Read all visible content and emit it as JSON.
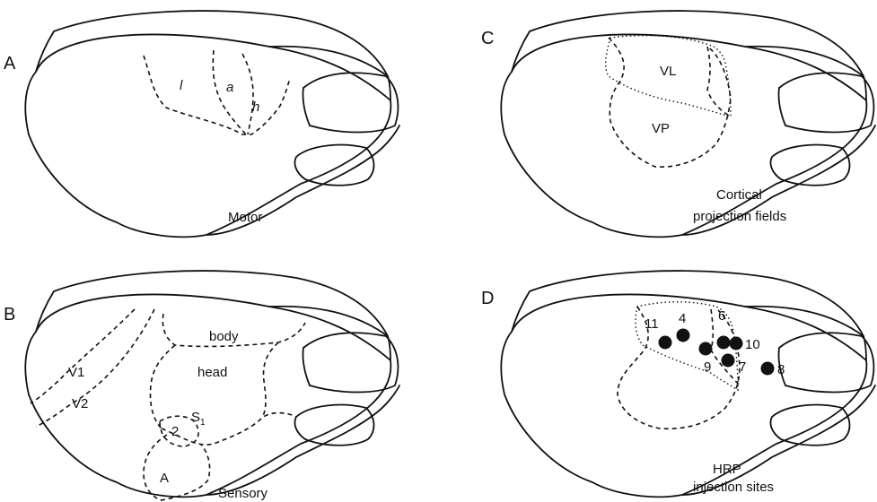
{
  "panels": {
    "a": {
      "letter": "A",
      "caption": "Motor",
      "regions": {
        "l": "l",
        "a": "a",
        "h": "h"
      }
    },
    "b": {
      "letter": "B",
      "caption": "Sensory",
      "regions": {
        "v1": "V1",
        "v2": "V2",
        "body": "body",
        "head": "head",
        "s1": "S",
        "s1_sub": "1",
        "two": "2",
        "a": "A"
      }
    },
    "c": {
      "letter": "C",
      "caption_line1": "Cortical",
      "caption_line2": "projection fields",
      "regions": {
        "vl": "VL",
        "vp": "VP"
      }
    },
    "d": {
      "letter": "D",
      "caption_line1": "HRP",
      "caption_line2": "injection sites",
      "sites": [
        "11",
        "4",
        "6",
        "10",
        "9",
        "7",
        "8"
      ]
    }
  }
}
